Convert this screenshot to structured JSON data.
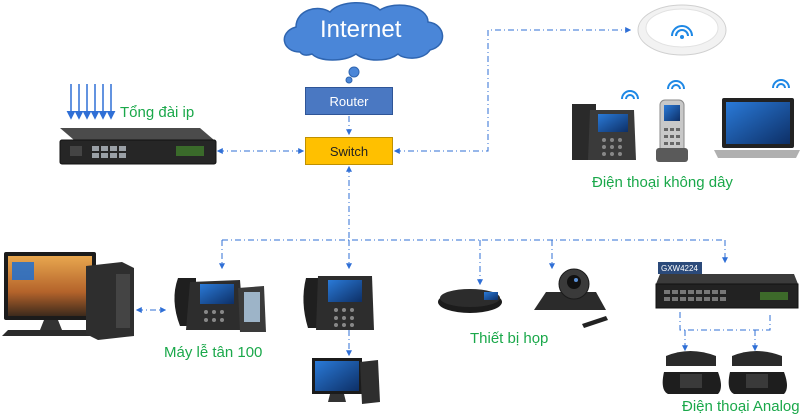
{
  "internet": {
    "label": "Internet"
  },
  "router": {
    "label": "Router"
  },
  "switch": {
    "label": "Switch"
  },
  "pbx": {
    "label": "Tổng đài ip"
  },
  "wireless": {
    "label": "Điện thoại không dây"
  },
  "reception": {
    "label": "Máy lễ tân 100"
  },
  "meeting": {
    "label": "Thiết bị họp"
  },
  "analog": {
    "label": "Điện thoại Analog"
  },
  "gateway": {
    "model": "GXW4224"
  },
  "colors": {
    "link": "#2f6fd6",
    "label_green": "#1aa84a",
    "router": "#4a78c2",
    "switch": "#ffc000",
    "cloud": "#4a86d8",
    "wifi": "#1e88e5"
  }
}
